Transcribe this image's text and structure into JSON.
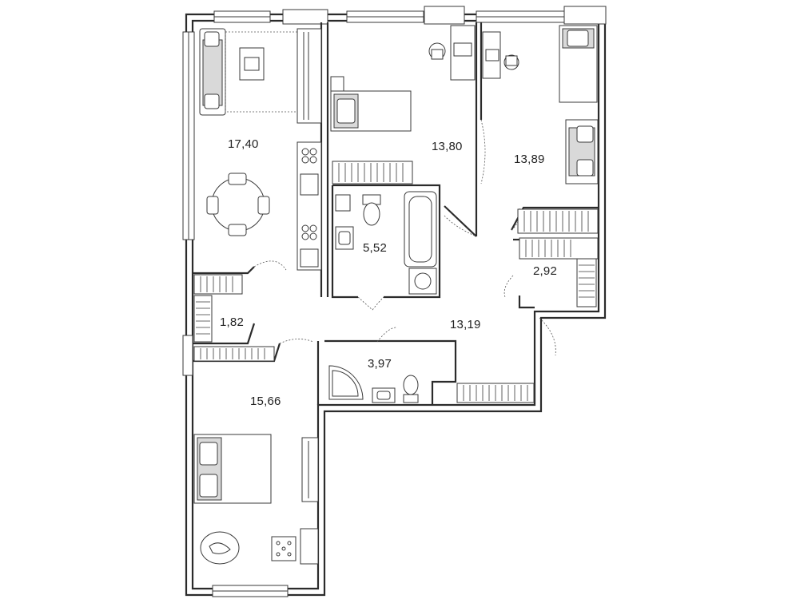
{
  "rooms": [
    {
      "id": "living-kitchen",
      "area": "17,40"
    },
    {
      "id": "bedroom-north",
      "area": "13,80"
    },
    {
      "id": "bedroom-east",
      "area": "13,89"
    },
    {
      "id": "bathroom",
      "area": "5,52"
    },
    {
      "id": "wardrobe-east",
      "area": "2,92"
    },
    {
      "id": "storage-west",
      "area": "1,82"
    },
    {
      "id": "hallway",
      "area": "13,19"
    },
    {
      "id": "toilet",
      "area": "3,97"
    },
    {
      "id": "bedroom-south",
      "area": "15,66"
    }
  ],
  "colors": {
    "wall": "#2b2b2b",
    "furniture": "#3a3a3a",
    "background": "#ffffff"
  }
}
